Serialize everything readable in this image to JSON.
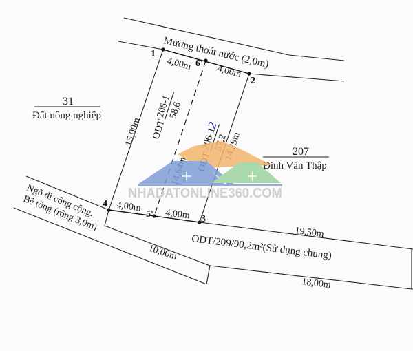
{
  "diagram": {
    "type": "cadastral-land-plot-map",
    "drainage_channel": {
      "label": "Mương thoát nước (2,0m)"
    },
    "neighbor_left": {
      "parcel_number": "31",
      "description": "Đất nông nghiệp"
    },
    "neighbor_right": {
      "parcel_number": "207",
      "owner": "Đinh Văn Thập"
    },
    "public_alley": {
      "line1": "Ngõ đi công cộng.",
      "line2": "Bê tông (rộng 3,0m)"
    },
    "points": {
      "p1": "1",
      "p2": "2",
      "p3": "3",
      "p4": "4",
      "p5": "5'",
      "p6": "6'"
    },
    "edges": {
      "top_left": "4,00m",
      "top_right": "4,00m",
      "bottom_left": "4,00m",
      "bottom_right": "4,00m",
      "left_side": "15,00m",
      "middle_split": "14,64m",
      "right_side": "14,29m"
    },
    "parcel_a": {
      "code": "ODT",
      "number": "206-1",
      "area": "58,6"
    },
    "parcel_b": {
      "code": "ODT",
      "number": "206-1",
      "handwritten_suffix": "2",
      "area": "57,2"
    },
    "shared_parcel": {
      "label": "ODT/209/90,2m²(Sử dụng chung)",
      "top_length": "19,50m",
      "left_length": "10,00m",
      "bottom_length": "18,00m"
    },
    "watermark": {
      "text": "NHADATONLINE360.COM",
      "colors": {
        "blue": "#7f9fd6",
        "orange": "#f2b56f",
        "green": "#9bd3a0",
        "text": "#c8c8c8"
      }
    }
  }
}
